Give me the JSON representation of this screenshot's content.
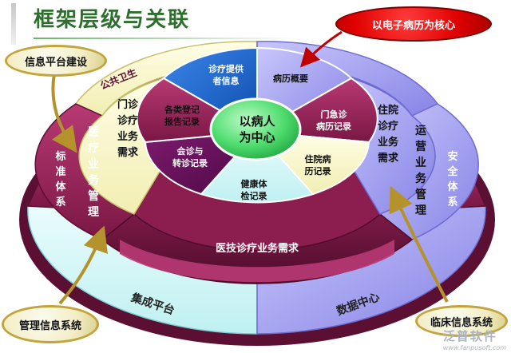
{
  "title": "框架层级与关联",
  "center": {
    "line1": "以病人",
    "line2": "为中心"
  },
  "inner_segments": {
    "clinic_info": [
      "诊疗提供",
      "者信息"
    ],
    "history_overview": "病历概要",
    "emergency_records": [
      "门急诊",
      "病历记录"
    ],
    "inpatient_records": [
      "住院病",
      "历记录"
    ],
    "health_check": [
      "健康体",
      "检记录"
    ],
    "consult_transfer": [
      "会诊与",
      "转诊记录"
    ],
    "registration_reports": [
      "各类登记",
      "报告记录"
    ]
  },
  "middle_ring": {
    "outpatient": [
      "门诊",
      "诊疗",
      "业务",
      "需求"
    ],
    "inpatient": [
      "住院",
      "诊疗",
      "业务",
      "需求"
    ],
    "medical_tech": "医技诊疗业务需求",
    "public_health": "公共卫生",
    "medical_management": [
      "医",
      "疗",
      "业",
      "务",
      "管",
      "理"
    ],
    "operations_management": [
      "运",
      "营",
      "业",
      "务",
      "管",
      "理"
    ]
  },
  "outer_ring": {
    "standards": [
      "标",
      "准",
      "体",
      "系"
    ],
    "security": [
      "安",
      "全",
      "体",
      "系"
    ],
    "integration_platform": "集成平台",
    "data_center": "数据中心"
  },
  "callouts": {
    "emr_core": "以电子病历为核心",
    "info_platform": "信息平台建设",
    "management_system": "管理信息系统",
    "clinical_system": "临床信息系统"
  },
  "watermark": {
    "brand": "泛普软件",
    "url": "www.fanpusoft.com"
  },
  "colors": {
    "title_green": "#2e6f2e",
    "maroon": "#8b1d4f",
    "cream": "#fbf9d0",
    "lavender": "#a9a6f4",
    "blue": "#1660c9",
    "center_green": "#43d465",
    "callout_red": "#e00000",
    "callout_gold_border": "#c2a43d"
  }
}
